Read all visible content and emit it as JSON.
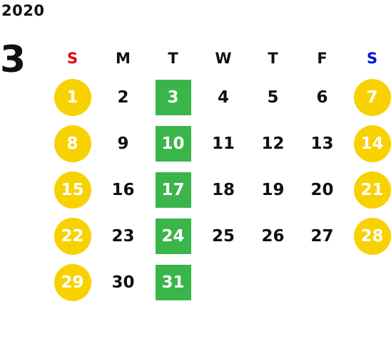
{
  "year": "2020",
  "month": "3",
  "colors": {
    "sunday_header": "#e8000b",
    "saturday_header": "#0010d8",
    "weekend_circle": "#f8d100",
    "tuesday_box": "#3ab54a"
  },
  "weekdays": [
    "S",
    "M",
    "T",
    "W",
    "T",
    "F",
    "S"
  ],
  "weeks": [
    [
      "1",
      "2",
      "3",
      "4",
      "5",
      "6",
      "7"
    ],
    [
      "8",
      "9",
      "10",
      "11",
      "12",
      "13",
      "14"
    ],
    [
      "15",
      "16",
      "17",
      "18",
      "19",
      "20",
      "21"
    ],
    [
      "22",
      "23",
      "24",
      "25",
      "26",
      "27",
      "28"
    ],
    [
      "29",
      "30",
      "31",
      "",
      "",
      "",
      ""
    ]
  ]
}
